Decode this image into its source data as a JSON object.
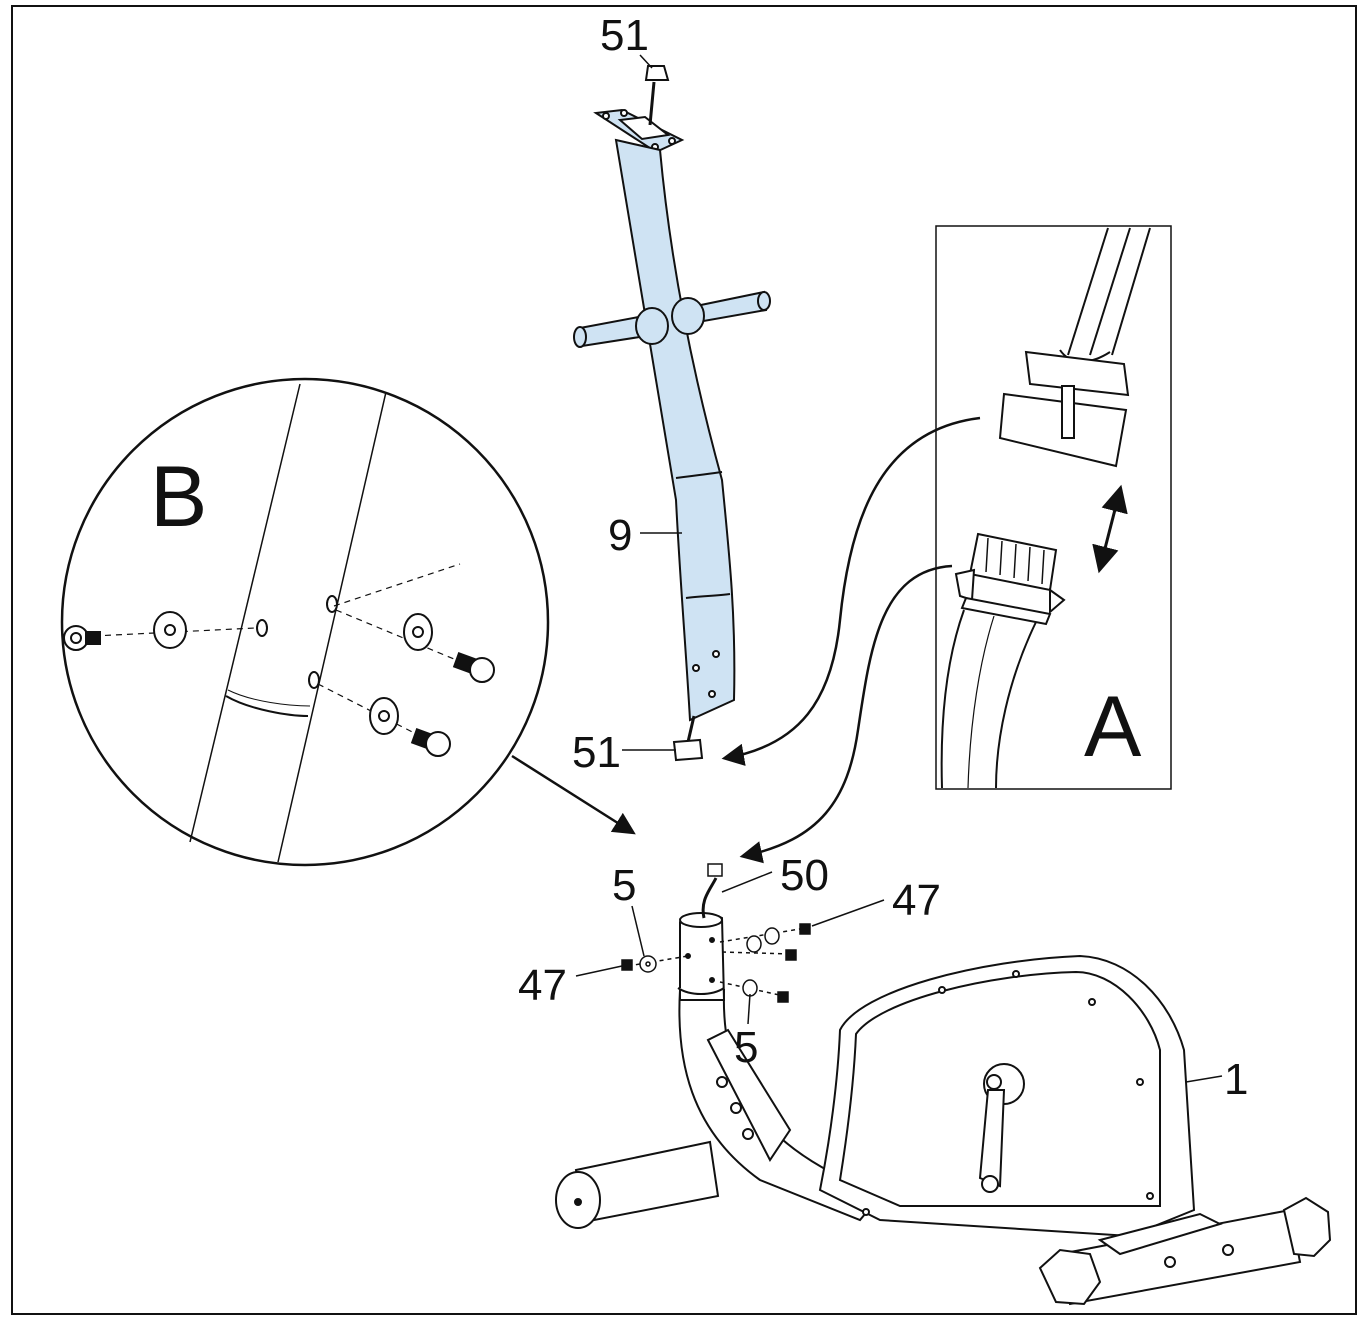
{
  "colors": {
    "line": "#111111",
    "tube_fill": "#cfe3f3",
    "background": "#ffffff"
  },
  "labels": {
    "p51_top": "51",
    "p9": "9",
    "p51_bottom": "51",
    "p50": "50",
    "p5_left": "5",
    "p5_right": "5",
    "p47_left": "47",
    "p47_right": "47",
    "p1": "1"
  },
  "callouts": {
    "detail_a": "A",
    "detail_b": "B"
  }
}
